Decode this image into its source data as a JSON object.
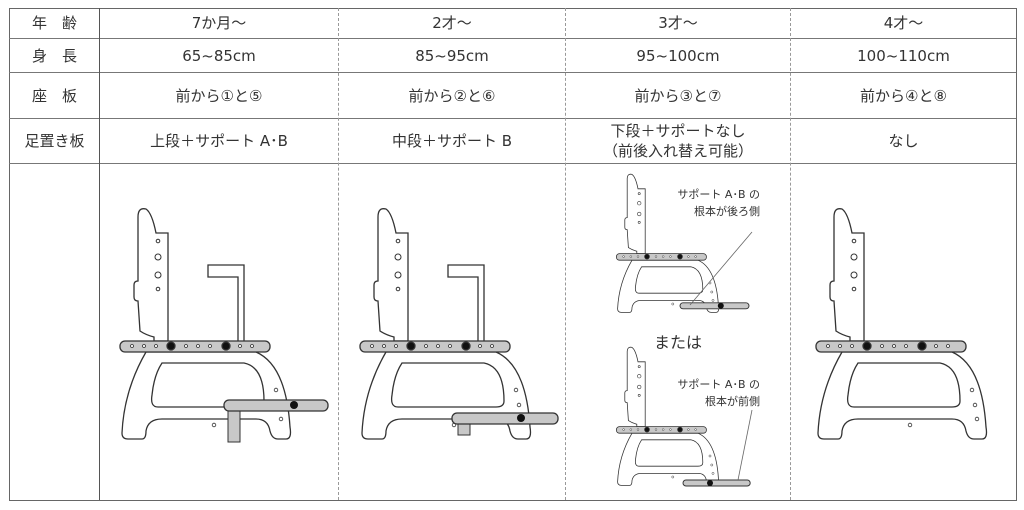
{
  "row_labels": [
    "年　齢",
    "身　長",
    "座　板",
    "足置き板"
  ],
  "columns": [
    {
      "age": "7か月〜",
      "height": "65~85cm",
      "seat": "前から①と⑤",
      "footrest": "上段＋サポート A･B"
    },
    {
      "age": "2才〜",
      "height": "85~95cm",
      "seat": "前から②と⑥",
      "footrest": "中段＋サポート B"
    },
    {
      "age": "3才〜",
      "height": "95~100cm",
      "seat": "前から③と⑦",
      "footrest": "下段＋サポートなし",
      "footrest_note": "（前後入れ替え可能）"
    },
    {
      "age": "4才〜",
      "height": "100~110cm",
      "seat": "前から④と⑧",
      "footrest": "なし"
    }
  ],
  "diagram_notes": {
    "back_line1": "サポート A･B の",
    "back_line2": "根本が後ろ側",
    "or": "または",
    "front_line1": "サポート A･B の",
    "front_line2": "根本が前側"
  },
  "colors": {
    "line": "#333333",
    "bar": "#c8c8c8",
    "border": "#666666"
  }
}
